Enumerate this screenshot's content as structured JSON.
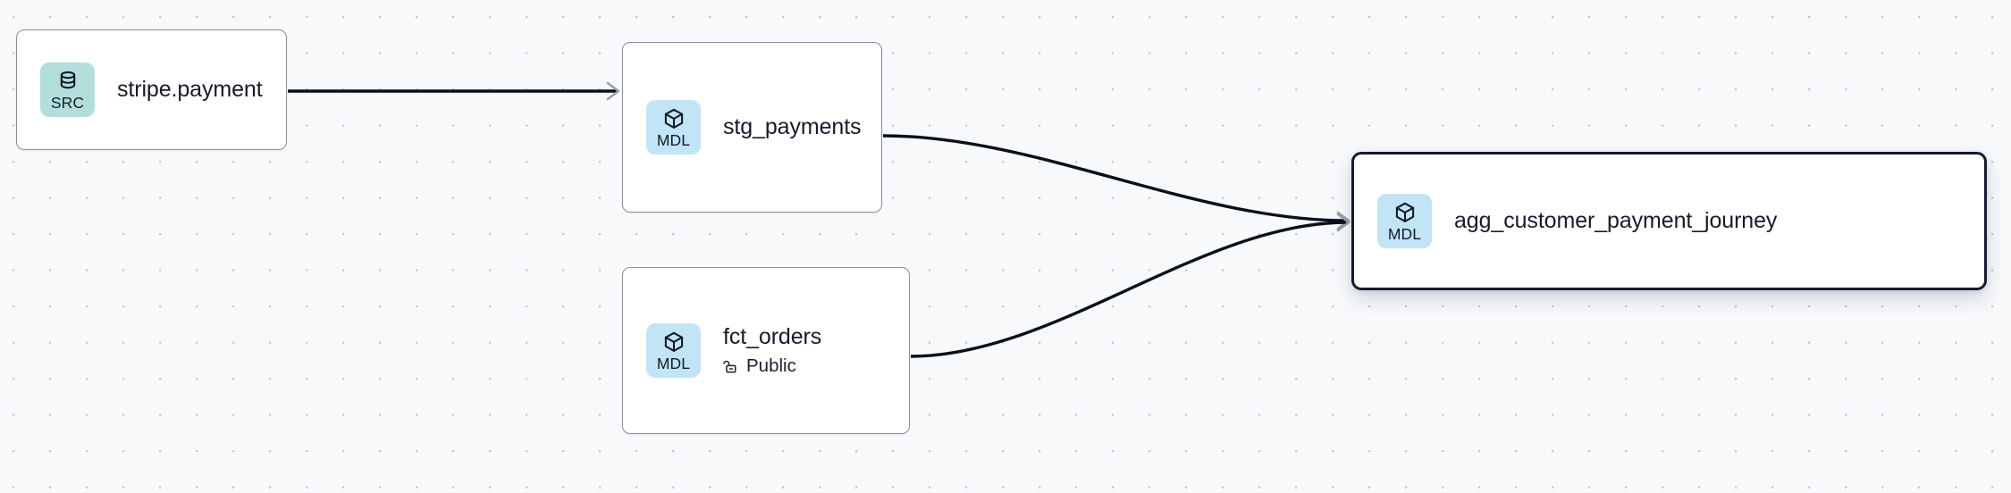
{
  "graph": {
    "background_color": "#f7f9fb",
    "dot_color": "#c3c7d1",
    "edge_color": "#0b0f19",
    "arrow_color": "#9aa0ae",
    "selected_border_color": "#161c2d",
    "node_border_color": "#8b90a0"
  },
  "badges": {
    "source": {
      "label": "SRC",
      "icon": "database-icon",
      "color": "#b2dedc"
    },
    "model": {
      "label": "MDL",
      "icon": "cube-icon",
      "color": "#c2e4f7"
    }
  },
  "nodes": [
    {
      "id": "stripe-payment",
      "title": "stripe.payment",
      "badge_label": "SRC",
      "badge_icon": "database-icon",
      "kind": "source",
      "selected": false
    },
    {
      "id": "stg-payments",
      "title": "stg_payments",
      "badge_label": "MDL",
      "badge_icon": "cube-icon",
      "kind": "model",
      "selected": false
    },
    {
      "id": "fct-orders",
      "title": "fct_orders",
      "badge_label": "MDL",
      "badge_icon": "cube-icon",
      "kind": "model",
      "selected": false,
      "visibility": "Public",
      "visibility_icon": "unlock-icon"
    },
    {
      "id": "agg-customer-payment-journey",
      "title": "agg_customer_payment_journey",
      "badge_label": "MDL",
      "badge_icon": "cube-icon",
      "kind": "model",
      "selected": true
    }
  ],
  "edges": [
    {
      "id": "edge-stripe-to-stg",
      "from": "stripe-payment",
      "to": "stg-payments",
      "style": "straight",
      "arrow": true
    },
    {
      "id": "edge-stg-to-agg",
      "from": "stg-payments",
      "to": "agg-customer-payment-journey",
      "style": "bezier",
      "arrow": true
    },
    {
      "id": "edge-fct-to-agg",
      "from": "fct-orders",
      "to": "agg-customer-payment-journey",
      "style": "bezier",
      "arrow": true
    }
  ]
}
